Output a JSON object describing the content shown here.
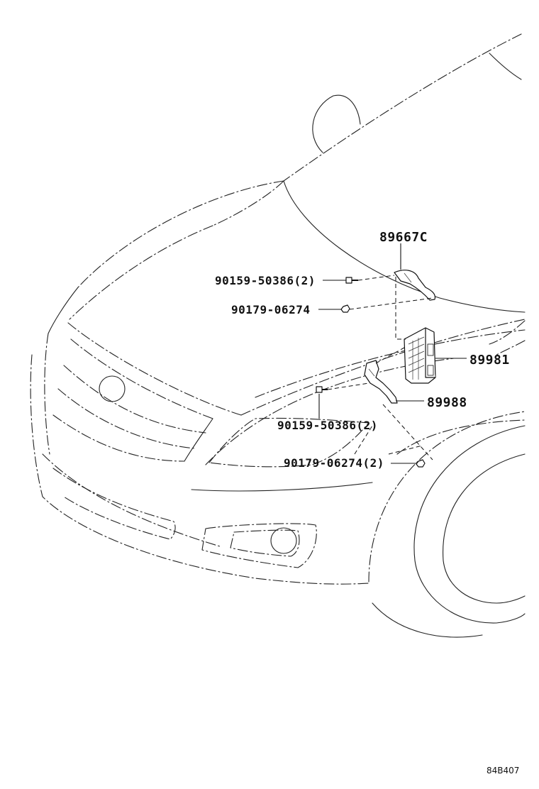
{
  "labels": {
    "part_89667c": "89667C",
    "bolt_upper": "90159-50386(2)",
    "nut_upper": "90179-06274",
    "part_89981": "89981",
    "part_89988": "89988",
    "bolt_lower": "90159-50386(2)",
    "nut_lower": "90179-06274(2)"
  },
  "illustration_code": "84B407"
}
